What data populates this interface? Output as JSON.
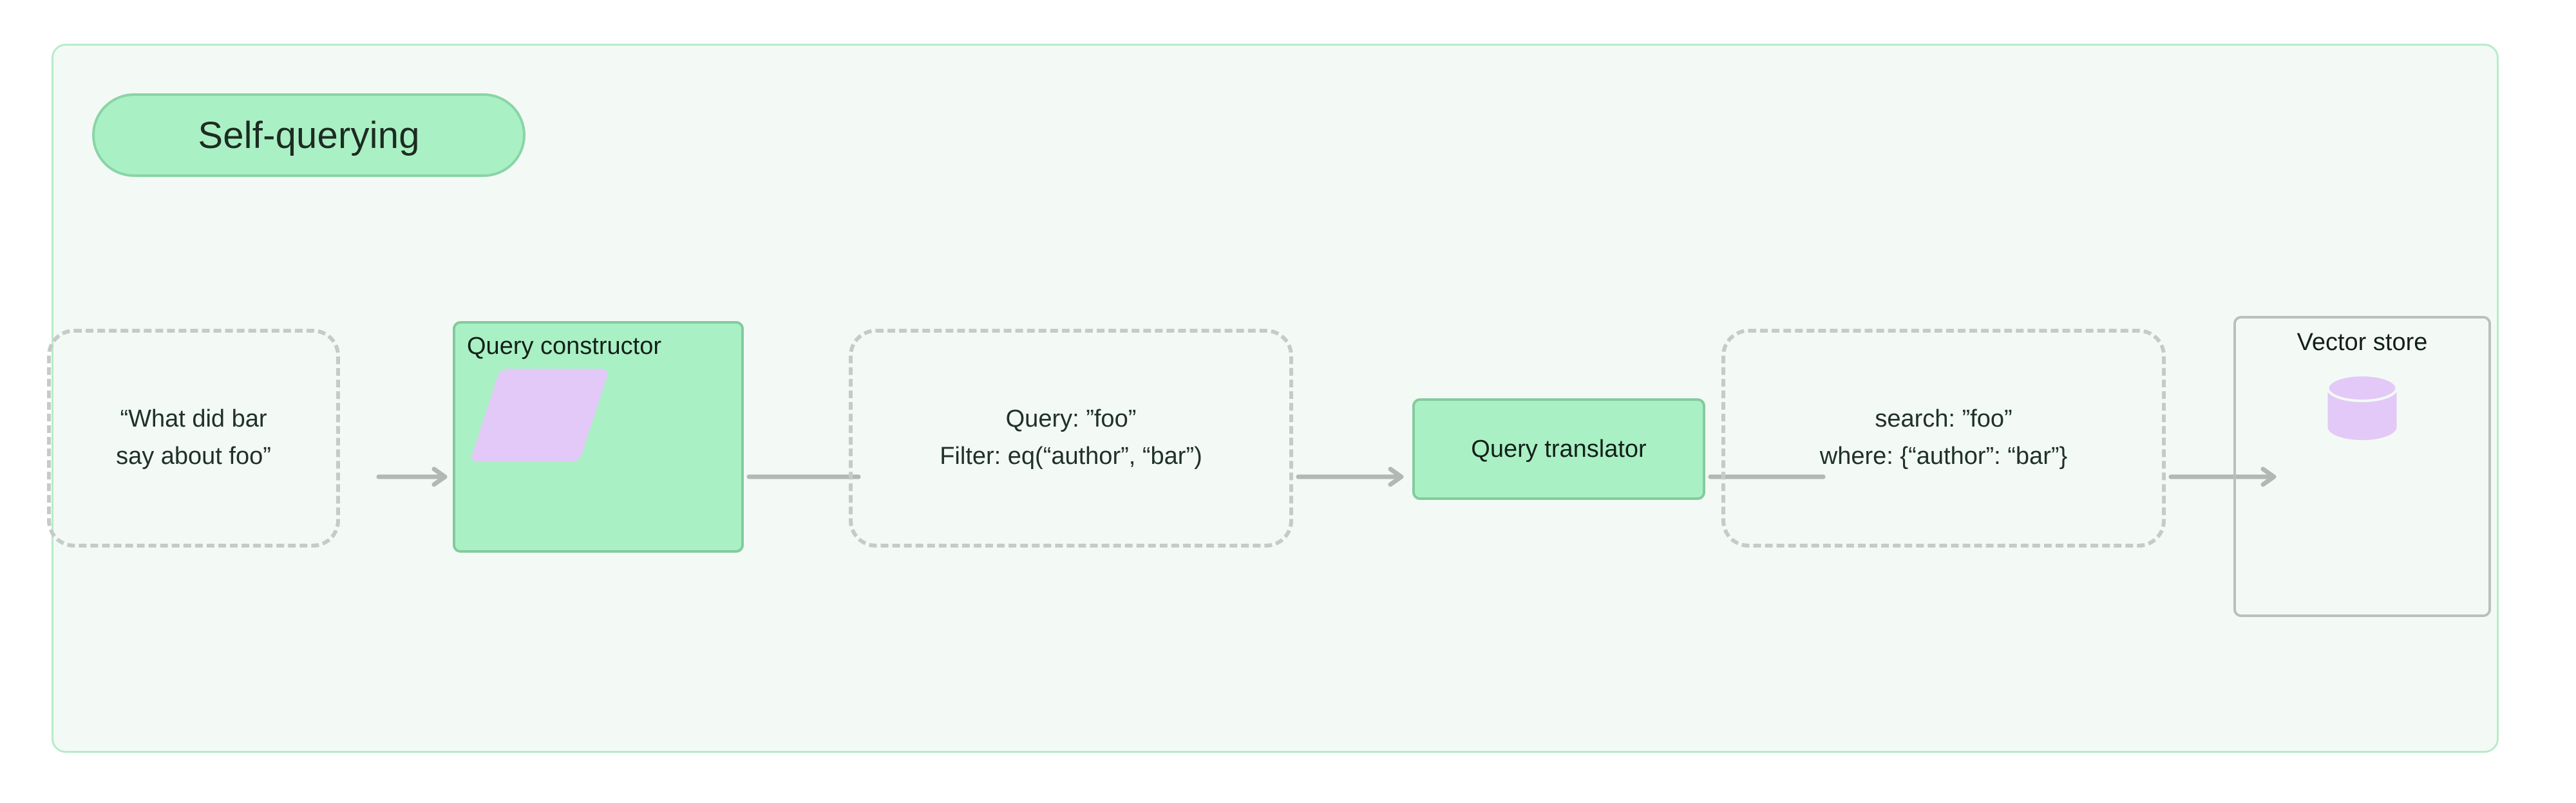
{
  "diagram": {
    "title": "Self-querying",
    "group_badge_label": "Self-querying",
    "colors": {
      "container_bg": "#f3faf5",
      "container_border": "#b7ebc9",
      "badge_bg": "#aaf0c5",
      "badge_border": "#8ad4a6",
      "process_node_bg": "#aaf0c5",
      "process_node_border": "#83cb9d",
      "dashed_node_border": "#c4cbc8",
      "plain_node_border": "#b9c0be",
      "icon_purple": "#e3c9f7",
      "connector": "#b3b8b6",
      "text": "#20302a"
    },
    "nodes": [
      {
        "id": "user-question",
        "kind": "dashed",
        "lines": [
          "“What did bar",
          "say about foo”"
        ]
      },
      {
        "id": "query-constructor",
        "kind": "process",
        "title": "Query constructor",
        "icon": "parallelogram-icon"
      },
      {
        "id": "structured-query",
        "kind": "dashed",
        "lines": [
          "Query: ”foo”",
          "Filter: eq(“author”, “bar”)"
        ]
      },
      {
        "id": "query-translator",
        "kind": "process",
        "title": "Query translator",
        "icon": null
      },
      {
        "id": "translated-query",
        "kind": "dashed",
        "lines": [
          "search: ”foo”",
          "where: {“author”: “bar”}"
        ]
      },
      {
        "id": "vector-store",
        "kind": "plain",
        "title": "Vector store",
        "icon": "database-cylinder-icon"
      }
    ],
    "connectors": [
      {
        "from": "user-question",
        "to": "query-constructor",
        "arrowhead": true
      },
      {
        "from": "query-constructor",
        "to": "structured-query",
        "arrowhead": false
      },
      {
        "from": "structured-query",
        "to": "query-translator",
        "arrowhead": true
      },
      {
        "from": "query-translator",
        "to": "translated-query",
        "arrowhead": false
      },
      {
        "from": "translated-query",
        "to": "vector-store",
        "arrowhead": true
      }
    ]
  }
}
